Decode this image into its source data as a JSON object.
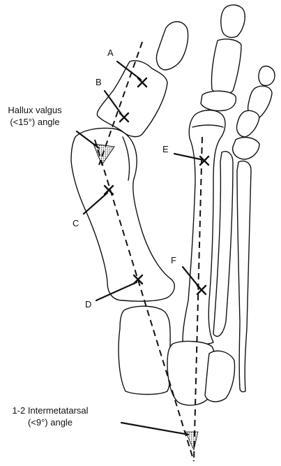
{
  "labels": {
    "a": "A",
    "b": "B",
    "c": "C",
    "d": "D",
    "e": "E",
    "f": "F",
    "hallux_line1": "Hallux valgus",
    "hallux_line2": "(<15°) angle",
    "inter_line1": "1-2 Intermetatarsal",
    "inter_line2": "(<9°) angle"
  },
  "colors": {
    "ink": "#111111",
    "bone_fill": "#ffffff",
    "hatch": "#777777"
  }
}
